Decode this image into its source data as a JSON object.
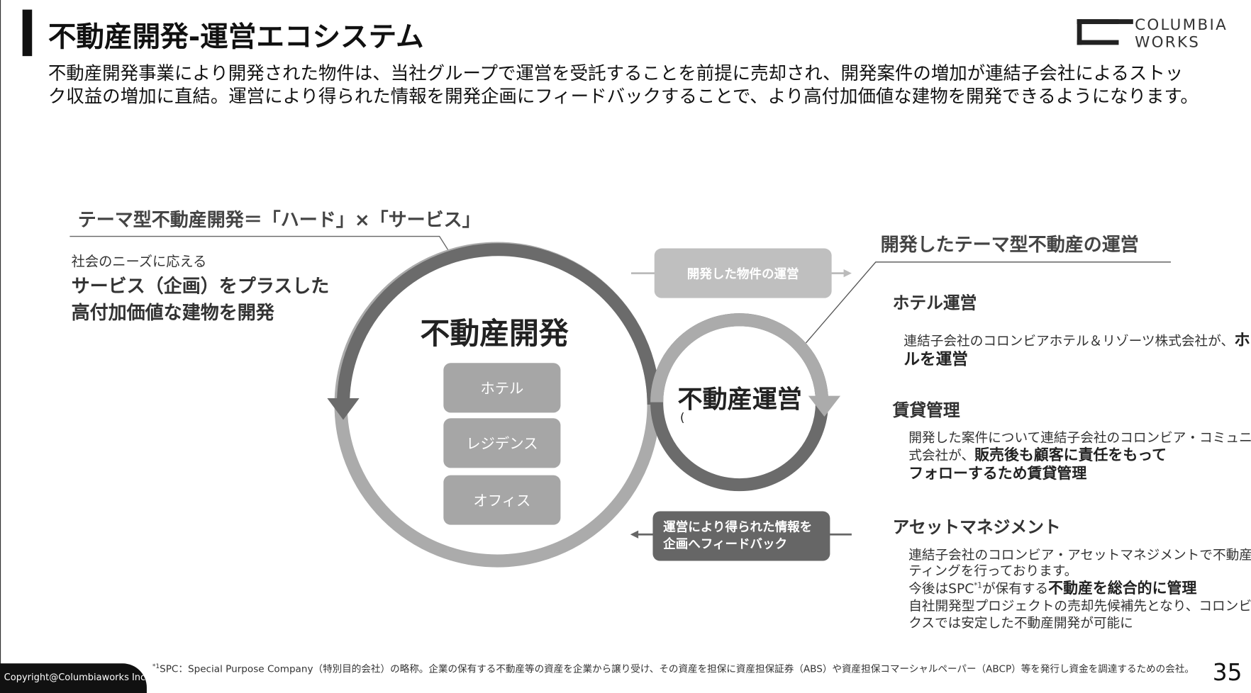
{
  "header": {
    "title": "不動産開発-運営エコシステム",
    "logo_line1": "COLUMBIA",
    "logo_line2": "WORKS",
    "description_line1": "不動産開発事業により開発された物件は、当社グループで運営を受託することを前提に売却され、開発案件の増加が連結子会社によるストッ",
    "description_line2": "ク収益の増加に直結。運営により得られた情報を開発企画にフィードバックすることで、より高付加価値な建物を開発できるようになります。"
  },
  "left": {
    "heading": "テーマ型不動産開発＝「ハード」×「サービス」",
    "sub": "社会のニーズに応える",
    "bold1": "サービス（企画）をプラスした",
    "bold2": "高付加価値な建物を開発"
  },
  "diagram": {
    "dev_title": "不動産開発",
    "dev_items": [
      "ホテル",
      "レジデンス",
      "オフィス"
    ],
    "ops_title": "不動産運営",
    "ops_sub": "(",
    "arrow_top": "開発した物件の運営",
    "arrow_bottom_1": "運営により得られた情報を",
    "arrow_bottom_2": "企画へフィードバック",
    "colors": {
      "dark": "#6b6b6b",
      "light": "#ababab"
    }
  },
  "right": {
    "heading": "開発したテーマ型不動産の運営",
    "hotel": {
      "title": "ホテル運営",
      "text": "連結子会社のコロンビアホテル＆リゾーツ株式会社が、",
      "bold1": "ホテ",
      "bold2": "ルを運営"
    },
    "rental": {
      "title": "賃貸管理",
      "line1": "開発した案件について連結子会社のコロンビア・コミュニティ株",
      "line2_plain": "式会社が、",
      "line2_bold": "販売後も顧客に責任をもって",
      "line3_bold": "フォローするため賃貸管理"
    },
    "asset": {
      "title": "アセットマネジメント",
      "line1": "連結子会社のコロンビア・アセットマネジメントで不動産コンサル",
      "line2": "ティングを行っております。",
      "line3_a": "今後はSPC",
      "line3_sup": "*1",
      "line3_b": "が保有する",
      "line3_bold": "不動産を総合的に管理",
      "line4": "自社開発型プロジェクトの売却先候補先となり、コロンビア・ワー",
      "line5": "クスでは安定した不動産開発が可能に"
    }
  },
  "footer": {
    "copyright": "Copyright@Columbiaworks Inc.",
    "footnote_sup": "*1",
    "footnote": "SPC：Special Purpose Company（特別目的会社）の略称。企業の保有する不動産等の資産を企業から譲り受け、その資産を担保に資産担保証券（ABS）や資産担保コマーシャルペーパー（ABCP）等を発行し資金を調達するための会社。",
    "page": "35"
  }
}
